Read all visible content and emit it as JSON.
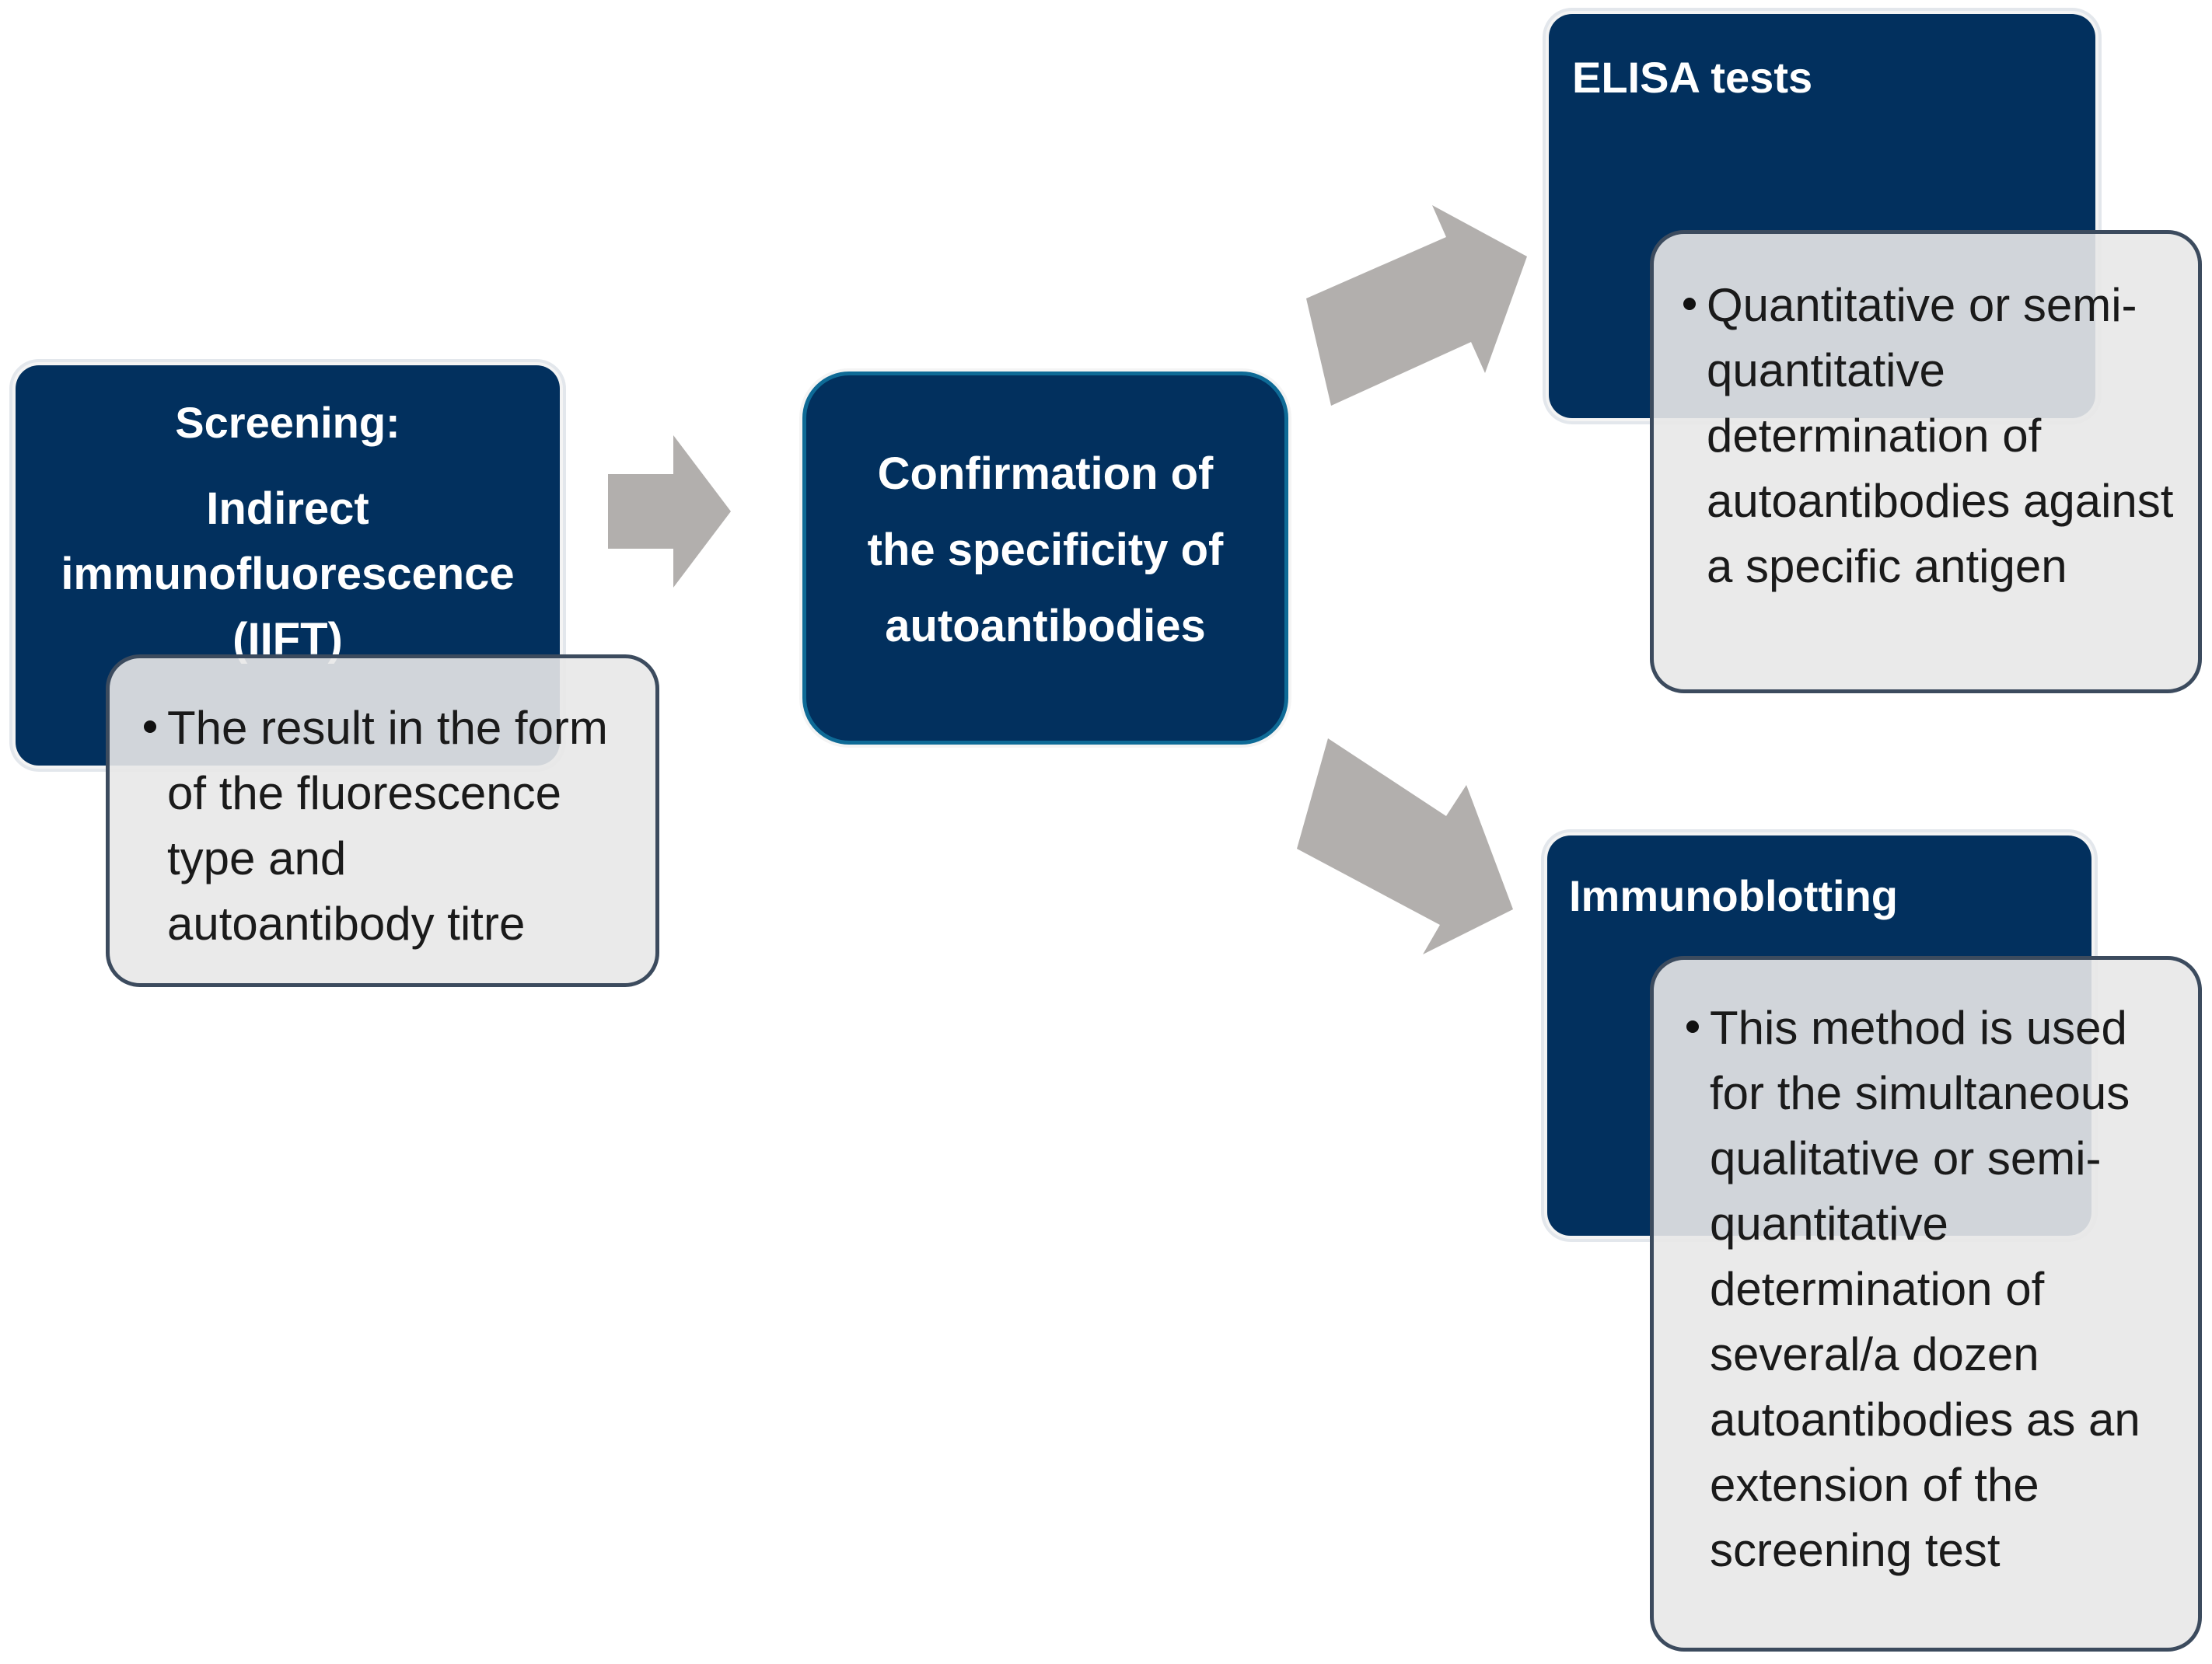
{
  "screening": {
    "label": "Screening:",
    "method": "Indirect immunofluorescence (IIFT)",
    "detail": "The result in the form of the fluorescence type and autoantibody titre"
  },
  "confirmation": {
    "label": "Confirmation of the specificity of autoantibodies"
  },
  "elisa": {
    "label": "ELISA tests",
    "detail": "Quantitative or semi-quantitative determination of autoantibodies against a specific antigen"
  },
  "immunoblotting": {
    "label": "Immunoblotting",
    "detail": "This method is used for the simultaneous qualitative or semi-quantitative determination of several/a dozen autoantibodies as an extension of the screening test"
  },
  "colors": {
    "box_fill": "#02305e",
    "note_fill": "#e8e8e8",
    "note_border": "#3c4b5e",
    "arrow_fill": "#b2afad"
  }
}
